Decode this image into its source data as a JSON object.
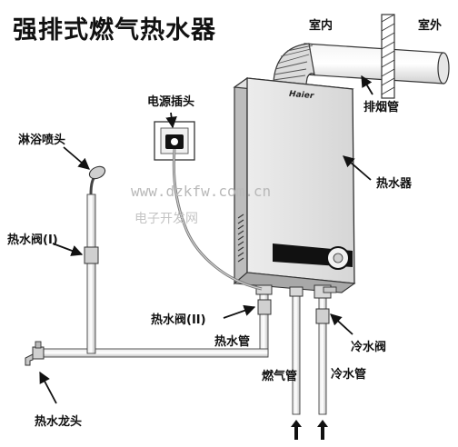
{
  "title": "强排式燃气热水器",
  "labels": {
    "indoor": "室内",
    "outdoor": "室外",
    "exhaust_pipe": "排烟管",
    "power_plug": "电源插头",
    "shower_head": "淋浴喷头",
    "water_heater": "热水器",
    "hot_valve_1": "热水阀(I)",
    "hot_valve_2": "热水阀(II)",
    "hot_water_pipe": "热水管",
    "cold_valve": "冷水阀",
    "gas_pipe": "燃气管",
    "cold_water_pipe": "冷水管",
    "hot_faucet": "热水龙头"
  },
  "brand": "Haier",
  "watermark": {
    "url": "www.dzkfw.com.cn",
    "site": "电子开发网"
  }
}
